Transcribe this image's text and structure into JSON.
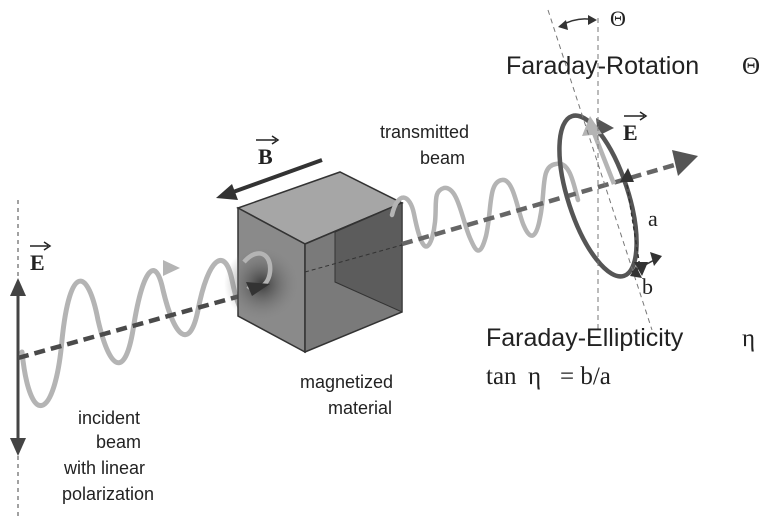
{
  "symbols": {
    "e_field": "E",
    "b_field": "B",
    "theta": "Θ",
    "eta": "η",
    "a": "a",
    "b": "b"
  },
  "labels": {
    "faraday_rotation": "Faraday-Rotation",
    "transmitted_line1": "transmitted",
    "transmitted_line2": "beam",
    "faraday_ellipticity": "Faraday-Ellipticity",
    "tan": "tan",
    "ratio": "= b/a",
    "magnetized_line1": "magnetized",
    "magnetized_line2": "material",
    "incident_line1": "incident",
    "incident_line2": "beam",
    "incident_line3": "with linear",
    "incident_line4": "polarization"
  },
  "colors": {
    "beam": "#b4b4b4",
    "axis": "#4a4a4a",
    "cube_front": "#8a8a8a",
    "cube_top": "#a6a6a6",
    "cube_side": "#6e6e6e",
    "ellipse": "#555555"
  }
}
